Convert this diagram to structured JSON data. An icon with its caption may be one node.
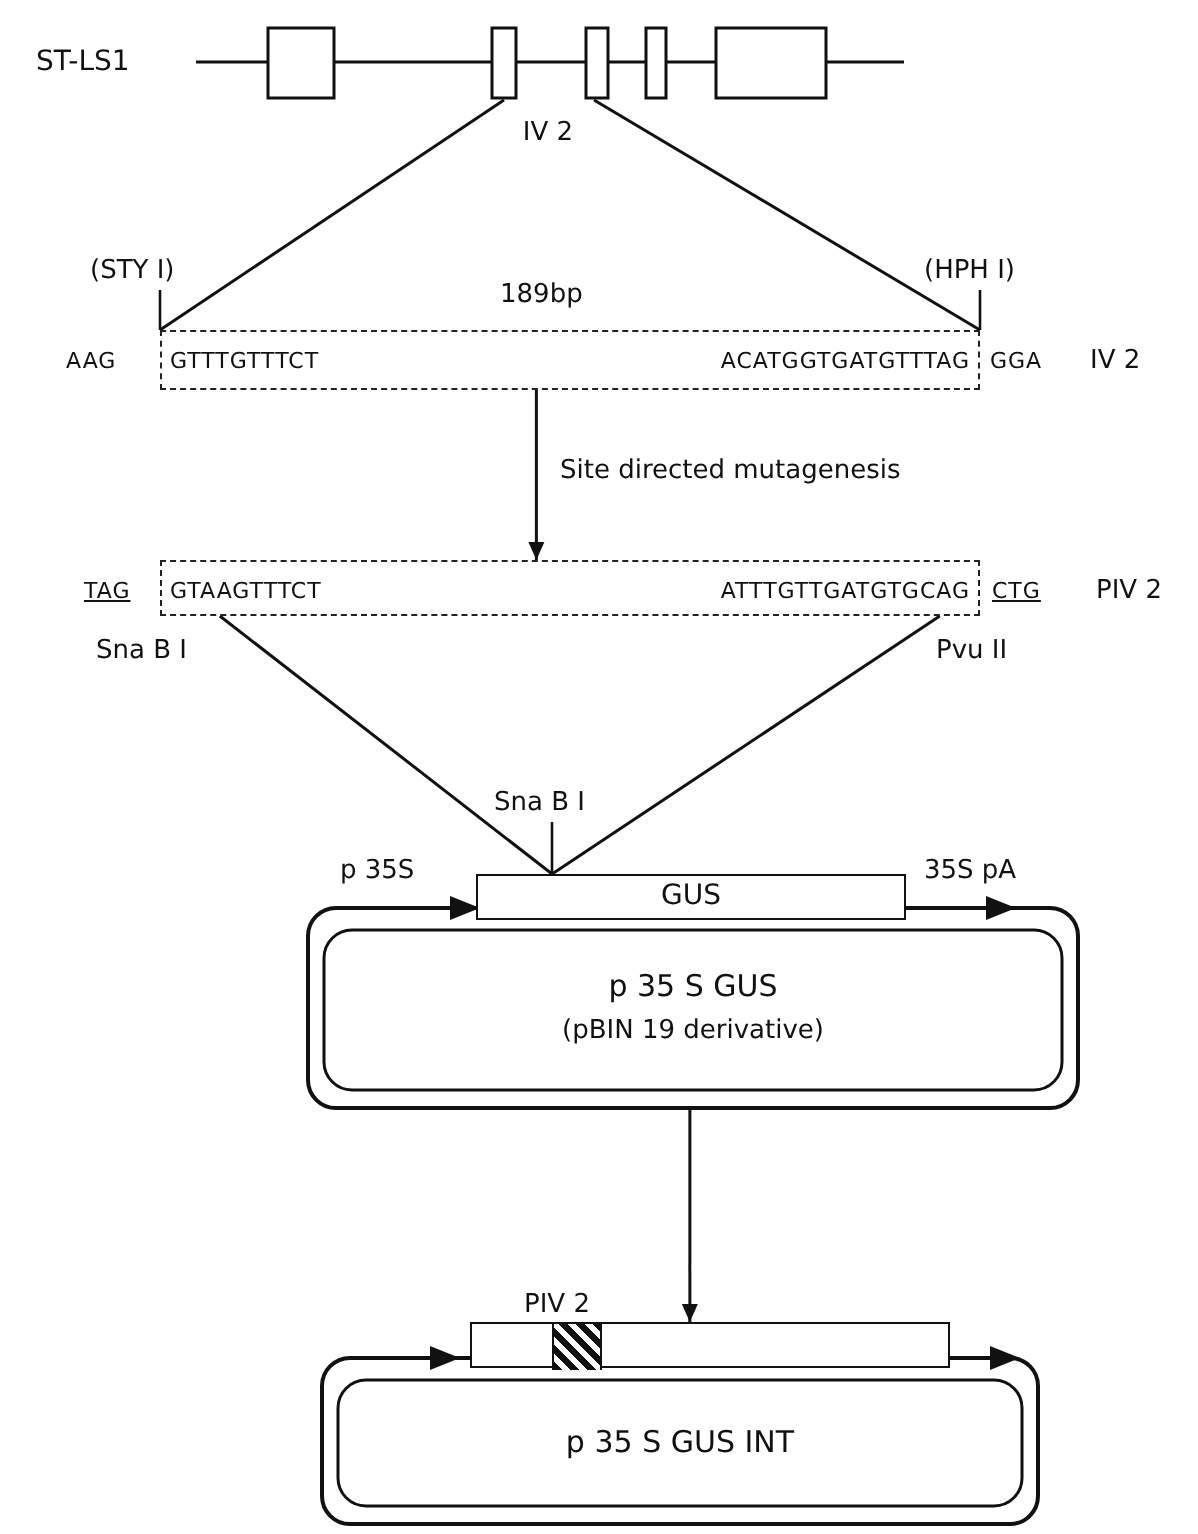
{
  "diagram": {
    "nodes": [
      {
        "text": [
          "ST-LS1"
        ]
      },
      {
        "text": [
          "IV 2"
        ]
      },
      {
        "text": [
          "GTTTGTTTCT",
          "ACATGGTGATGTTTAG"
        ]
      },
      {
        "text": [
          "GTAAGTTTCT",
          "ATTTGTTGATGTGCAG"
        ]
      },
      {
        "text": [
          "GUS"
        ],
        "beside": [
          "Sna B I"
        ]
      },
      {
        "text": [
          "p 35 S GUS",
          "(pBIN 19 derivative)"
        ]
      },
      {
        "text": [],
        "shape": "bar"
      },
      {
        "text": [],
        "shape": "box",
        "beside": [
          "PIV 2"
        ],
        "in": 6
      },
      {
        "text": [
          "p 35 S GUS INT"
        ]
      }
    ],
    "edges": [
      {
        "from": 1,
        "to": 2,
        "arrow": "none"
      },
      {
        "from": 1,
        "to": 2,
        "arrow": "none"
      },
      {
        "from": 2,
        "to": 3,
        "arrow": "to",
        "label": "Site directed mutagenesis"
      },
      {
        "from": 3,
        "to": 4,
        "arrow": "none"
      },
      {
        "from": 3,
        "to": 4,
        "arrow": "none"
      },
      {
        "from": 5,
        "to": 6,
        "arrow": "to"
      }
    ],
    "labels": [
      "(STY I)",
      "(HPH I)",
      "189bp",
      "AAG",
      "GGA",
      "IV 2",
      "TAG",
      "CTG",
      "PIV 2",
      "Sna B I",
      "Pvu II",
      "p 35S",
      "35S pA"
    ]
  }
}
